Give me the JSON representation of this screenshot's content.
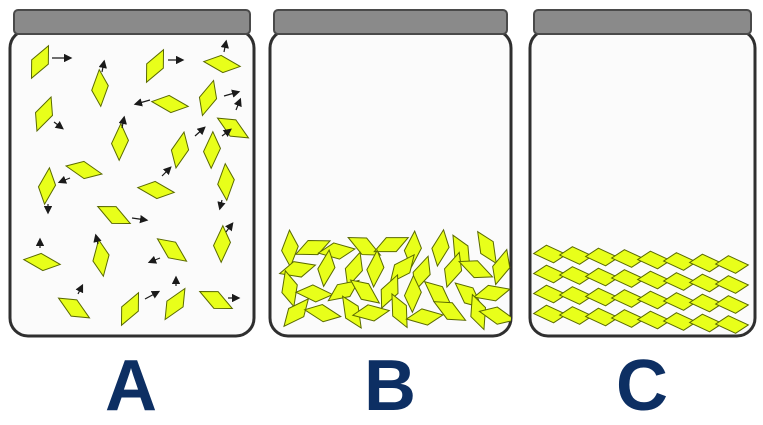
{
  "colors": {
    "lid": "#8a8a8a",
    "lid_edge": "#4a4a4a",
    "jar_outline": "#2f2f2f",
    "jar_fill": "#fbfbfb",
    "particle_fill": "#e8ff1a",
    "particle_edge": "#5a6a00",
    "arrow": "#1a1a1a",
    "label": "#0d2f63"
  },
  "jars": [
    {
      "label": "A",
      "state": "gas"
    },
    {
      "label": "B",
      "state": "liquid"
    },
    {
      "label": "C",
      "state": "solid"
    }
  ]
}
